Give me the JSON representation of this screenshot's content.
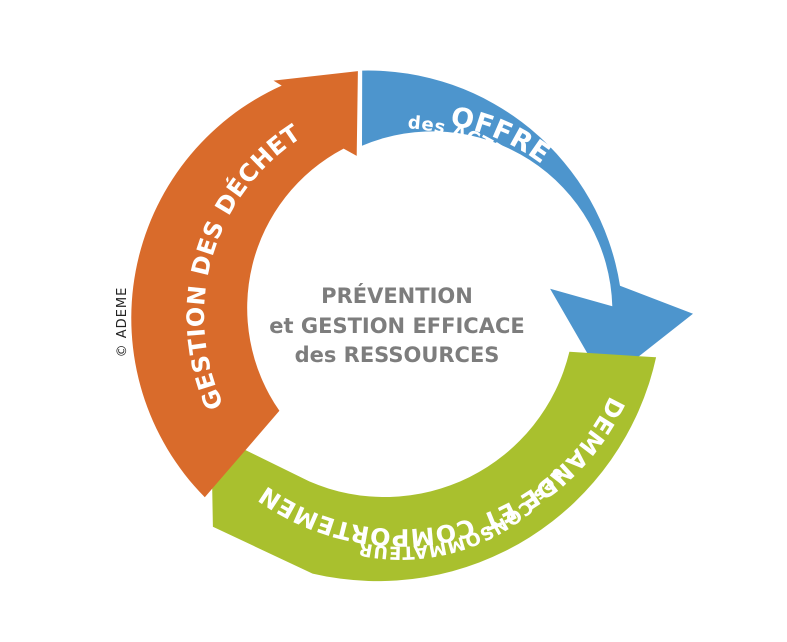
{
  "center": {
    "line1": "PRÉVENTION",
    "line2": "et GESTION EFFICACE",
    "line3": "des RESSOURCES"
  },
  "segments": {
    "offre": {
      "title": "OFFRE",
      "subtitle": "des ACTEURS ÉCONOMIQUES",
      "color": "#4d95cd"
    },
    "demande": {
      "title": "DEMANDE ET COMPORTEMENT",
      "subtitle": "des CONSOMMATEURS",
      "color": "#a9c02e"
    },
    "dechets": {
      "title": "GESTION DES DÉCHETS",
      "color": "#d96b2b"
    }
  },
  "credit": "© ADEME"
}
